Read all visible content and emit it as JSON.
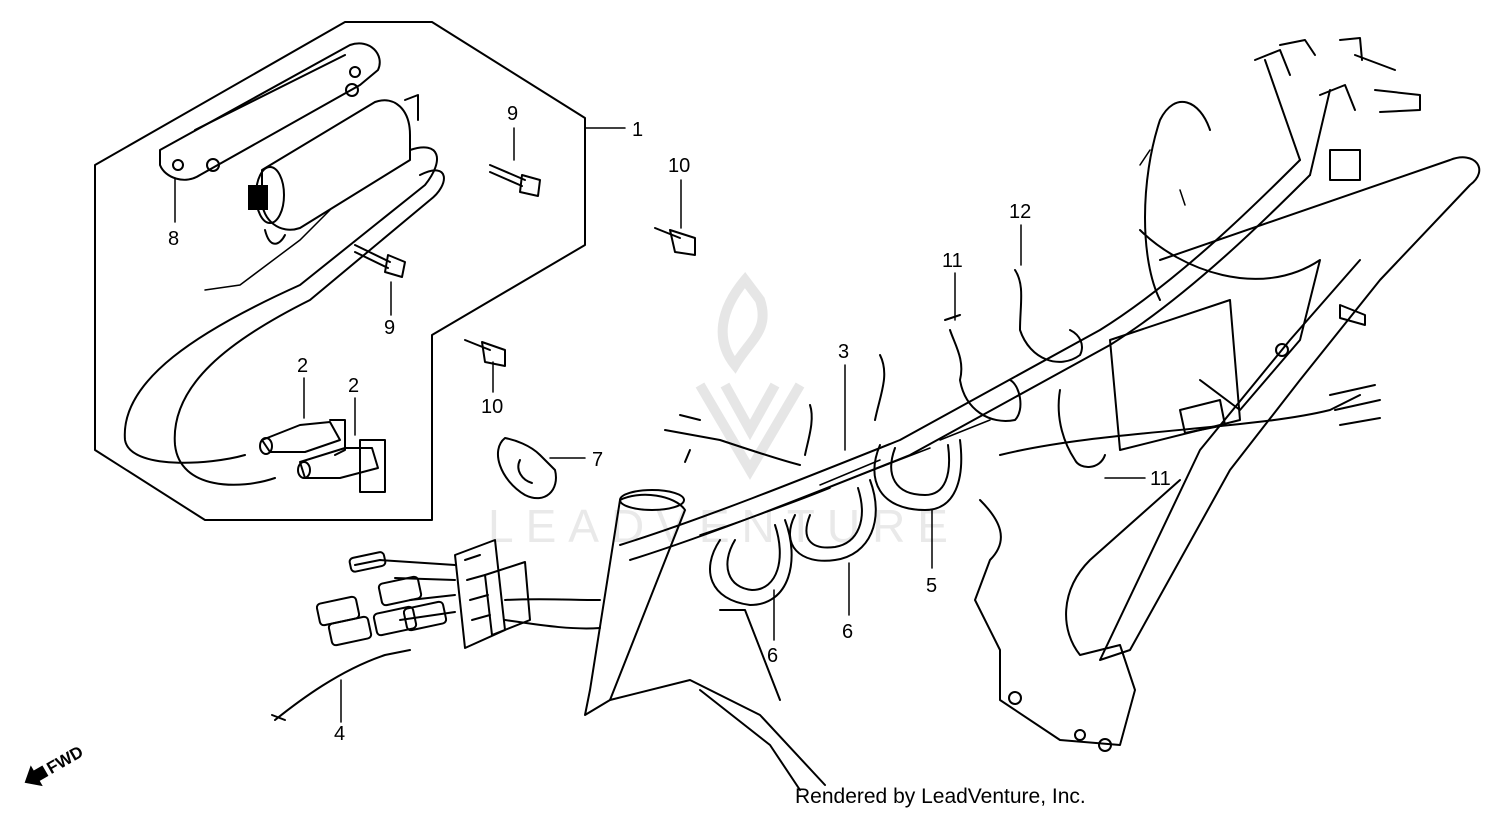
{
  "diagram": {
    "callouts": [
      {
        "id": "c1",
        "label": "1"
      },
      {
        "id": "c2a",
        "label": "2"
      },
      {
        "id": "c2b",
        "label": "2"
      },
      {
        "id": "c3",
        "label": "3"
      },
      {
        "id": "c4",
        "label": "4"
      },
      {
        "id": "c5",
        "label": "5"
      },
      {
        "id": "c6a",
        "label": "6"
      },
      {
        "id": "c6b",
        "label": "6"
      },
      {
        "id": "c7",
        "label": "7"
      },
      {
        "id": "c8",
        "label": "8"
      },
      {
        "id": "c9a",
        "label": "9"
      },
      {
        "id": "c9b",
        "label": "9"
      },
      {
        "id": "c10a",
        "label": "10"
      },
      {
        "id": "c10b",
        "label": "10"
      },
      {
        "id": "c11a",
        "label": "11"
      },
      {
        "id": "c11b",
        "label": "11"
      },
      {
        "id": "c12",
        "label": "12"
      }
    ],
    "direction_label": "FWD",
    "watermark_text": "LEADVENTURE"
  },
  "footer": {
    "credit": "Rendered by LeadVenture, Inc."
  },
  "colors": {
    "line": "#000000",
    "background": "#ffffff",
    "watermark": "#e6e6e6"
  }
}
